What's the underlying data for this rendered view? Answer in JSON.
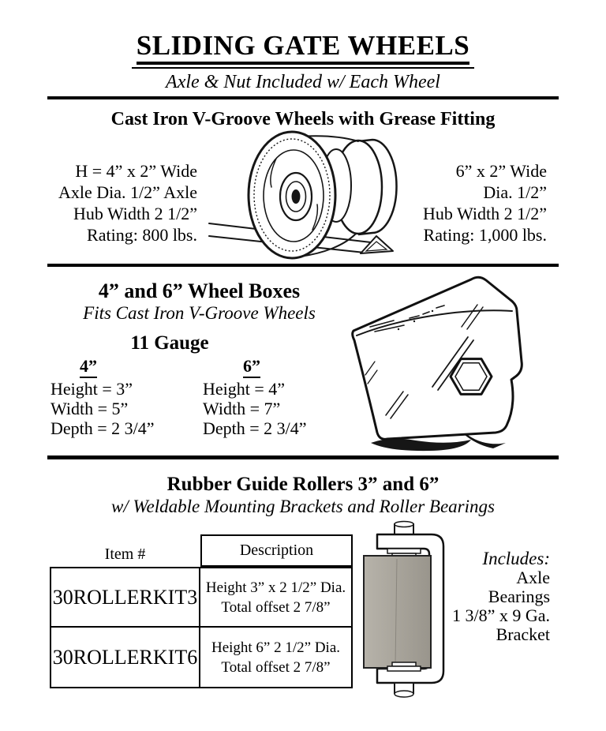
{
  "header": {
    "title": "SLIDING GATE WHEELS",
    "subtitle": "Axle & Nut Included w/ Each Wheel"
  },
  "section_cast_iron": {
    "heading": "Cast Iron V-Groove Wheels with Grease Fitting",
    "left_specs": [
      "H = 4” x 2” Wide",
      "Axle Dia. 1/2” Axle",
      "Hub Width 2 1/2”",
      "Rating: 800 lbs."
    ],
    "right_specs": [
      "6” x 2” Wide",
      "Dia. 1/2”",
      "Hub Width 2 1/2”",
      "Rating: 1,000 lbs."
    ],
    "illustration": "v-groove-wheel-on-angle-iron-track"
  },
  "section_wheel_boxes": {
    "heading": "4” and 6” Wheel Boxes",
    "subheading": "Fits Cast Iron V-Groove Wheels",
    "gauge": "11 Gauge",
    "columns": [
      {
        "label": "4”",
        "specs": [
          "Height = 3”",
          "Width = 5”",
          "Depth = 2 3/4”"
        ]
      },
      {
        "label": "6”",
        "specs": [
          "Height = 4”",
          "Width = 7”",
          "Depth = 2 3/4”"
        ]
      }
    ],
    "illustration": "wheel-box-sketch"
  },
  "section_guide_rollers": {
    "heading": "Rubber Guide Rollers 3” and 6”",
    "subheading": "w/ Weldable Mounting Brackets and Roller Bearings",
    "table": {
      "headers": [
        "Item #",
        "Description"
      ],
      "rows": [
        {
          "item": "30ROLLERKIT3",
          "desc_line1": "Height 3” x 2 1/2” Dia.",
          "desc_line2": "Total offset 2 7/8”"
        },
        {
          "item": "30ROLLERKIT6",
          "desc_line1": "Height 6” 2 1/2” Dia.",
          "desc_line2": "Total offset 2 7/8”"
        }
      ]
    },
    "includes": {
      "label": "Includes:",
      "items": [
        "Axle",
        "Bearings",
        "1 3/8” x 9 Ga.",
        "Bracket"
      ]
    },
    "illustration": "rubber-guide-roller-in-bracket"
  },
  "colors": {
    "text": "#000000",
    "background": "#ffffff",
    "roller_gray": "#a8a49b"
  }
}
